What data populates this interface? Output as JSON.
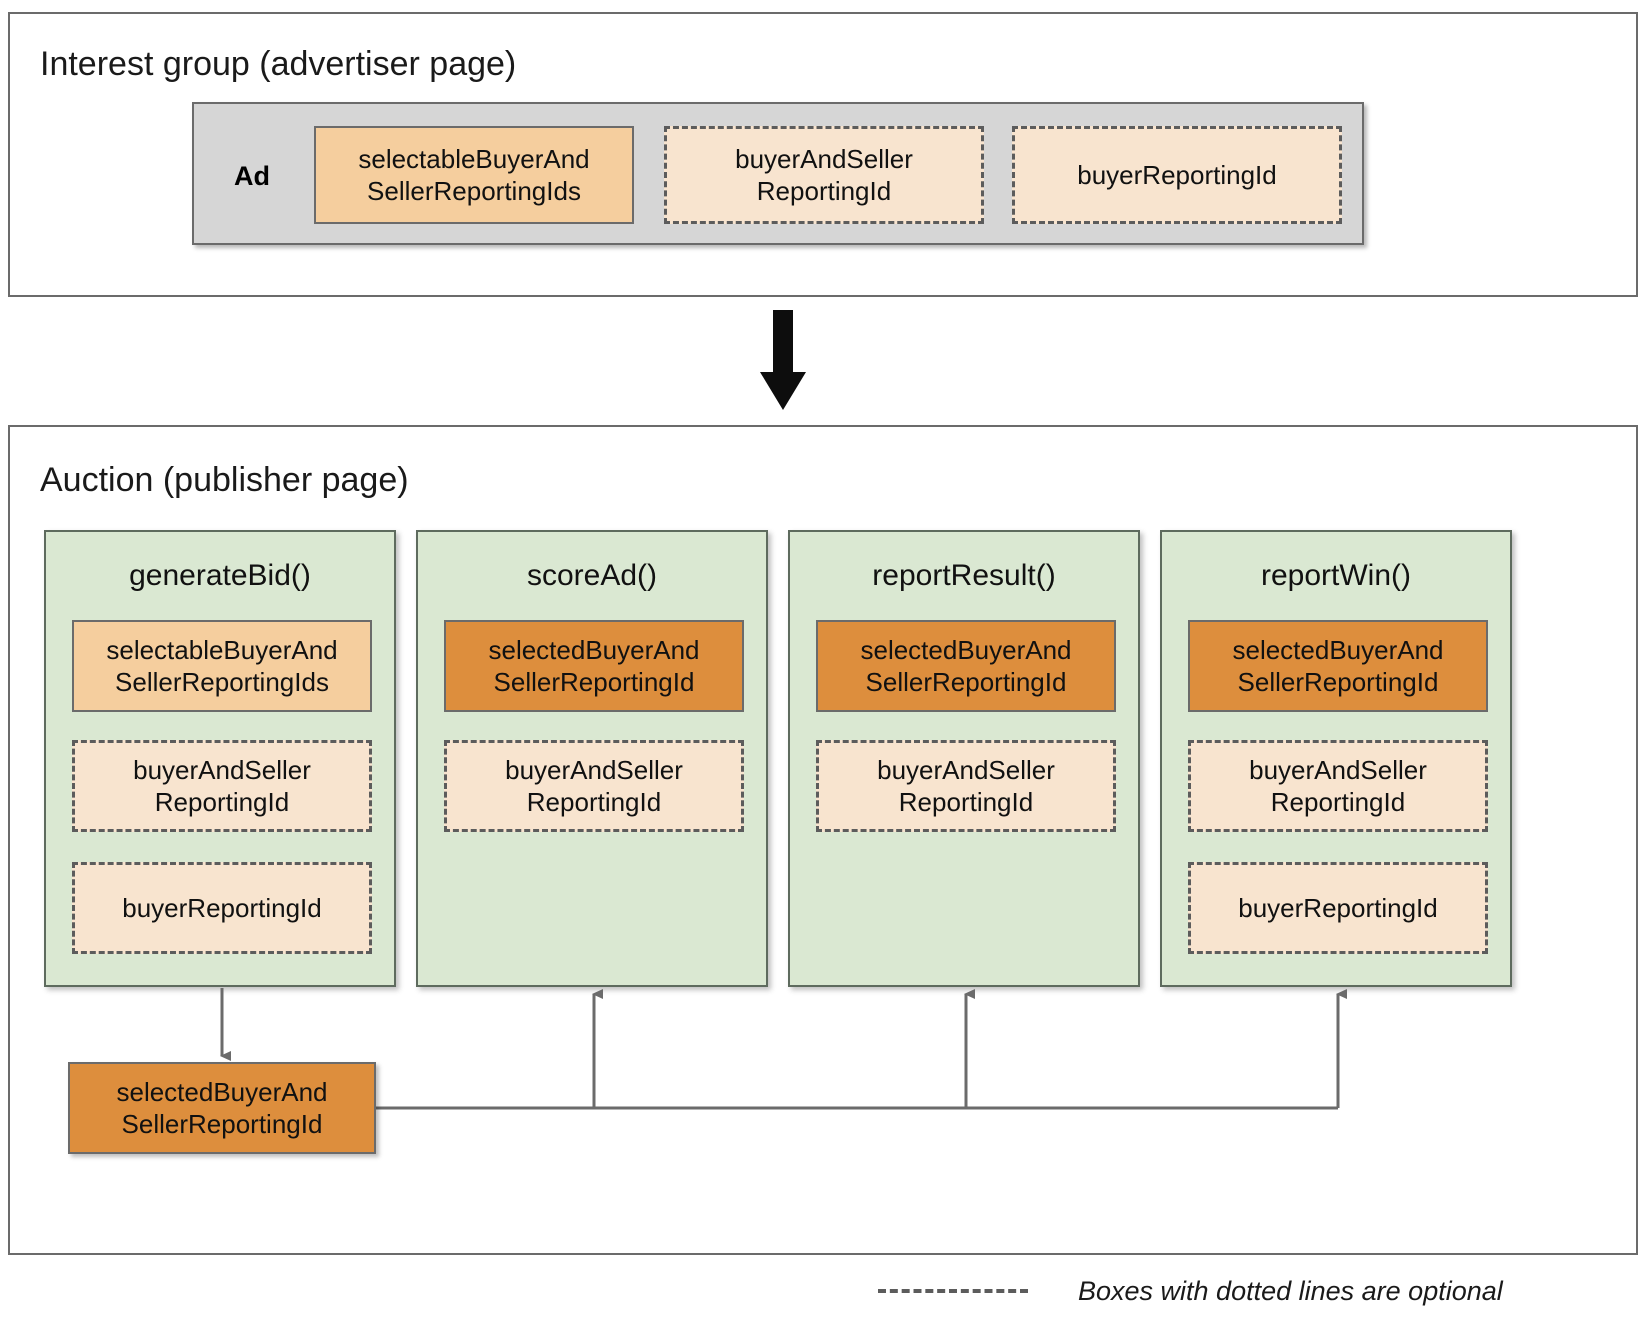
{
  "diagram": {
    "title_interest": "Interest group (advertiser page)",
    "title_auction": "Auction (publisher page)"
  },
  "interest_group": {
    "ad_label": "Ad",
    "fields": [
      {
        "label": "selectableBuyerAnd\nSellerReportingIds",
        "style": "solid-light",
        "optional": false
      },
      {
        "label": "buyerAndSeller\nReportingId",
        "style": "dashed",
        "optional": true
      },
      {
        "label": "buyerReportingId",
        "style": "dashed",
        "optional": true
      }
    ]
  },
  "auction": {
    "columns": [
      {
        "title": "generateBid()",
        "fields": [
          {
            "label": "selectableBuyerAnd\nSellerReportingIds",
            "style": "solid-light",
            "optional": false
          },
          {
            "label": "buyerAndSeller\nReportingId",
            "style": "dashed",
            "optional": true
          },
          {
            "label": "buyerReportingId",
            "style": "dashed",
            "optional": true
          }
        ]
      },
      {
        "title": "scoreAd()",
        "fields": [
          {
            "label": "selectedBuyerAnd\nSellerReportingId",
            "style": "solid-dark",
            "optional": false
          },
          {
            "label": "buyerAndSeller\nReportingId",
            "style": "dashed",
            "optional": true
          }
        ]
      },
      {
        "title": "reportResult()",
        "fields": [
          {
            "label": "selectedBuyerAnd\nSellerReportingId",
            "style": "solid-dark",
            "optional": false
          },
          {
            "label": "buyerAndSeller\nReportingId",
            "style": "dashed",
            "optional": true
          }
        ]
      },
      {
        "title": "reportWin()",
        "fields": [
          {
            "label": "selectedBuyerAnd\nSellerReportingId",
            "style": "solid-dark",
            "optional": false
          },
          {
            "label": "buyerAndSeller\nReportingId",
            "style": "dashed",
            "optional": true
          },
          {
            "label": "buyerReportingId",
            "style": "dashed",
            "optional": true
          }
        ]
      }
    ],
    "selected_output": {
      "label": "selectedBuyerAnd\nSellerReportingId",
      "style": "solid-dark"
    }
  },
  "legend": {
    "text": "Boxes with dotted lines are optional",
    "swatch": "dashed-line-swatch"
  },
  "colors": {
    "panel_border": "#6b6b6b",
    "ad_container_fill": "#d6d6d6",
    "function_fill": "#dae8d2",
    "function_border": "#5e6b5e",
    "solid_light": "#f5ce9e",
    "solid_dark": "#dd8e3d",
    "dashed_fill": "#f8e4cf",
    "dashed_border": "#5c5c5c",
    "connector": "#6b6b6b",
    "flow_arrow": "#0d0d0d"
  }
}
